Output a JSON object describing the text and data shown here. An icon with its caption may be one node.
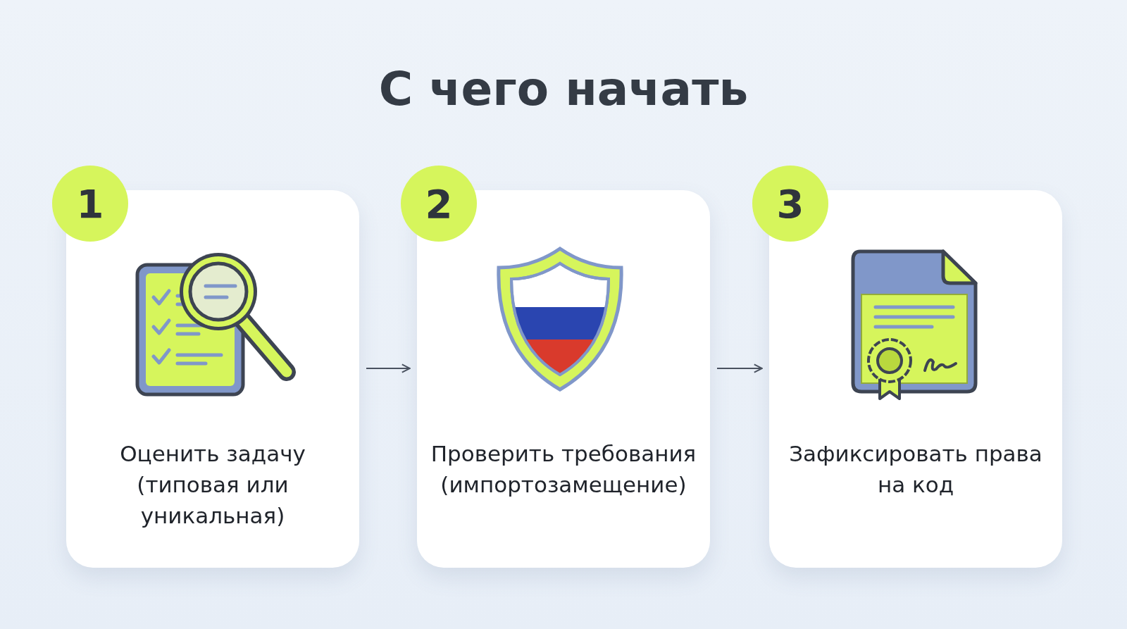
{
  "diagram": {
    "title": "С чего начать",
    "nodes": [
      {
        "text": [
          "1"
        ]
      },
      {
        "text": [
          "Оценить задачу (типовая или уникальная)"
        ]
      },
      {
        "text": [
          "2"
        ]
      },
      {
        "text": [
          "Проверить требования (импортозамещение)"
        ]
      },
      {
        "text": [
          "3"
        ]
      },
      {
        "text": [
          "Зафиксировать права на код"
        ]
      }
    ],
    "edges": [
      {
        "from": 1,
        "to": 3,
        "arrow": "to"
      },
      {
        "from": 3,
        "to": 5,
        "arrow": "to"
      }
    ]
  }
}
